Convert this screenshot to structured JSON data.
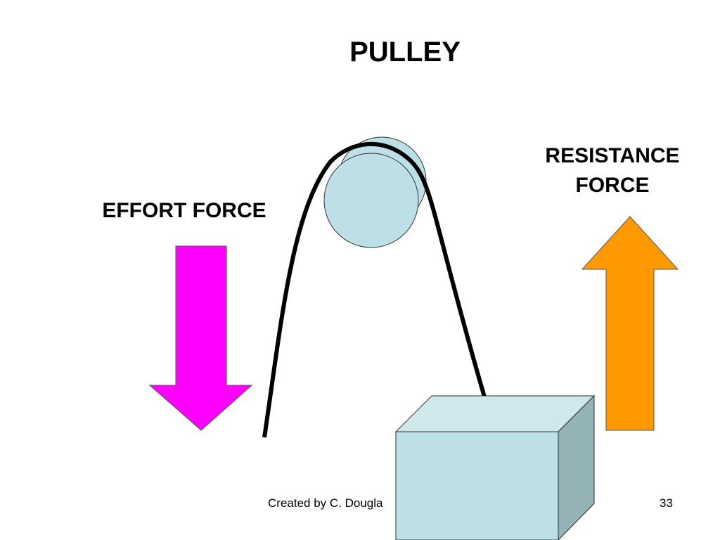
{
  "slide": {
    "title": "PULLEY",
    "effort_label": "EFFORT FORCE",
    "resistance_label_line1": "RESISTANCE",
    "resistance_label_line2": "FORCE",
    "footer_credit": "Created by C. Dougla",
    "page_number": "33"
  },
  "colors": {
    "effort_arrow": "#ff00ff",
    "resistance_arrow": "#ff9900",
    "pulley_wheel": "#bde0e6",
    "box_front": "#bde0e6",
    "box_top": "#cfe8ec",
    "box_side": "#93b3b6",
    "rope": "#000000"
  },
  "icons": {
    "effort_arrow": "down-arrow-icon",
    "resistance_arrow": "up-arrow-icon"
  }
}
